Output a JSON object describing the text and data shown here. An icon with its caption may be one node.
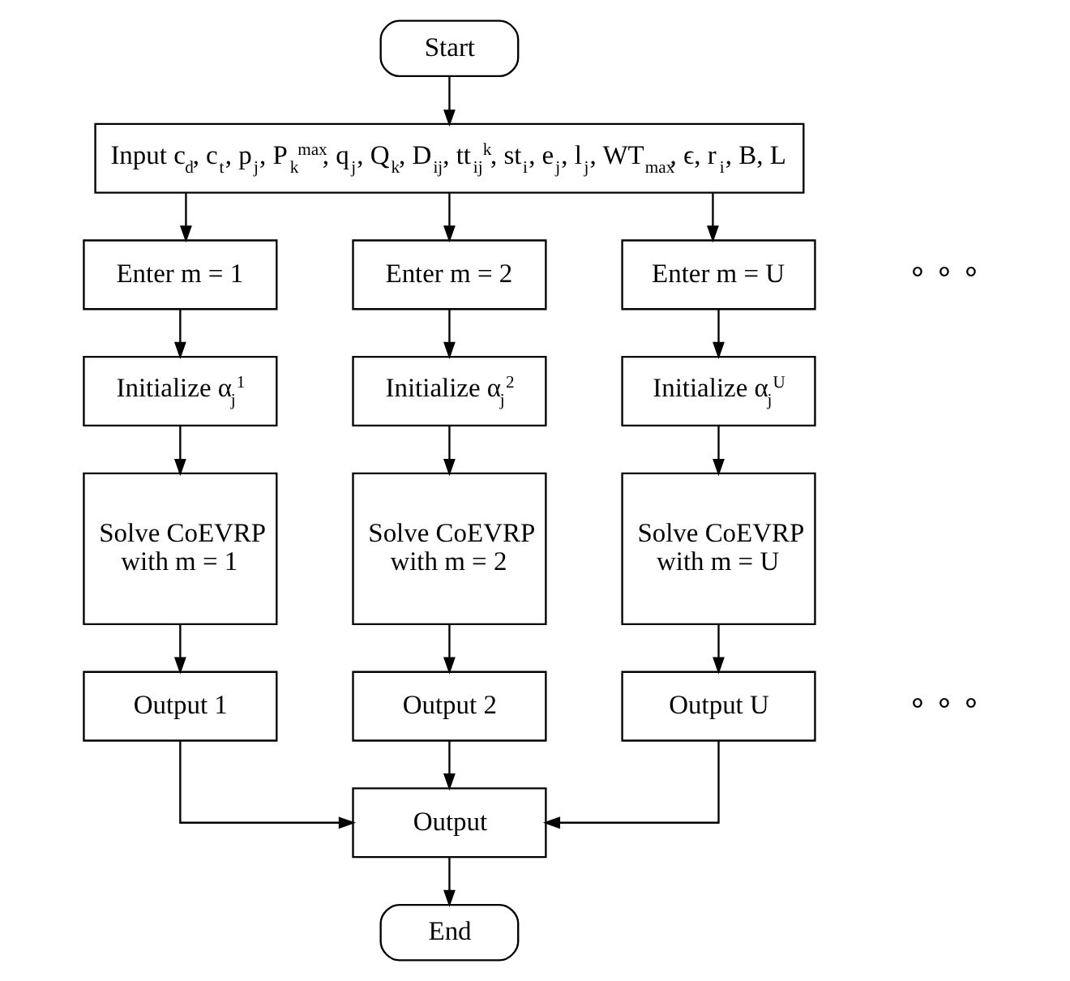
{
  "diagram": {
    "nodes": [
      {
        "text": [
          "Start"
        ]
      },
      {
        "text": [
          "Input c$_{d}$, c$_{t}$, p$_{j}$, P$_{k}$$^{max}$, q$_{j}$, Q$_{k}$, D$_{ij}$, tt$_{ij}$$^{k}$, st$_{i}$, e$_{j}$, l$_{j}$, WT$_{max}$, ϵ, r$_{i}$, B, L"
        ]
      },
      {
        "text": [
          "Enter m = 1"
        ]
      },
      {
        "text": [
          "Initialize α$_{j}$$^{1}$"
        ]
      },
      {
        "text": [
          "Solve CoEVRP with m = 1"
        ]
      },
      {
        "text": [
          "Output 1"
        ]
      },
      {
        "text": [
          "Enter m = 2"
        ]
      },
      {
        "text": [
          "Initialize α$_{j}$$^{2}$"
        ]
      },
      {
        "text": [
          "Solve CoEVRP with m = 2"
        ]
      },
      {
        "text": [
          "Output 2"
        ]
      },
      {
        "text": [
          "Enter m = U"
        ]
      },
      {
        "text": [
          "Initialize α$_{j}$$^{U}$"
        ]
      },
      {
        "text": [
          "Solve CoEVRP with m = U"
        ]
      },
      {
        "text": [
          "Output U"
        ]
      },
      {
        "text": [
          "Output"
        ]
      },
      {
        "text": [
          "End"
        ]
      }
    ],
    "edges": [
      {
        "from": 0,
        "to": 1,
        "arrow": "to"
      },
      {
        "from": 1,
        "to": 2,
        "arrow": "to"
      },
      {
        "from": 1,
        "to": 6,
        "arrow": "to"
      },
      {
        "from": 1,
        "to": 10,
        "arrow": "to"
      },
      {
        "from": 2,
        "to": 3,
        "arrow": "to"
      },
      {
        "from": 3,
        "to": 4,
        "arrow": "to"
      },
      {
        "from": 4,
        "to": 5,
        "arrow": "to"
      },
      {
        "from": 6,
        "to": 7,
        "arrow": "to"
      },
      {
        "from": 7,
        "to": 8,
        "arrow": "to"
      },
      {
        "from": 8,
        "to": 9,
        "arrow": "to"
      },
      {
        "from": 10,
        "to": 11,
        "arrow": "to"
      },
      {
        "from": 11,
        "to": 12,
        "arrow": "to"
      },
      {
        "from": 12,
        "to": 13,
        "arrow": "to"
      },
      {
        "from": 5,
        "to": 14,
        "arrow": "to"
      },
      {
        "from": 9,
        "to": 14,
        "arrow": "to"
      },
      {
        "from": 13,
        "to": 14,
        "arrow": "to"
      },
      {
        "from": 14,
        "to": 15,
        "arrow": "to"
      }
    ],
    "labels": [
      "∘ ∘ ∘",
      "∘ ∘ ∘"
    ]
  }
}
